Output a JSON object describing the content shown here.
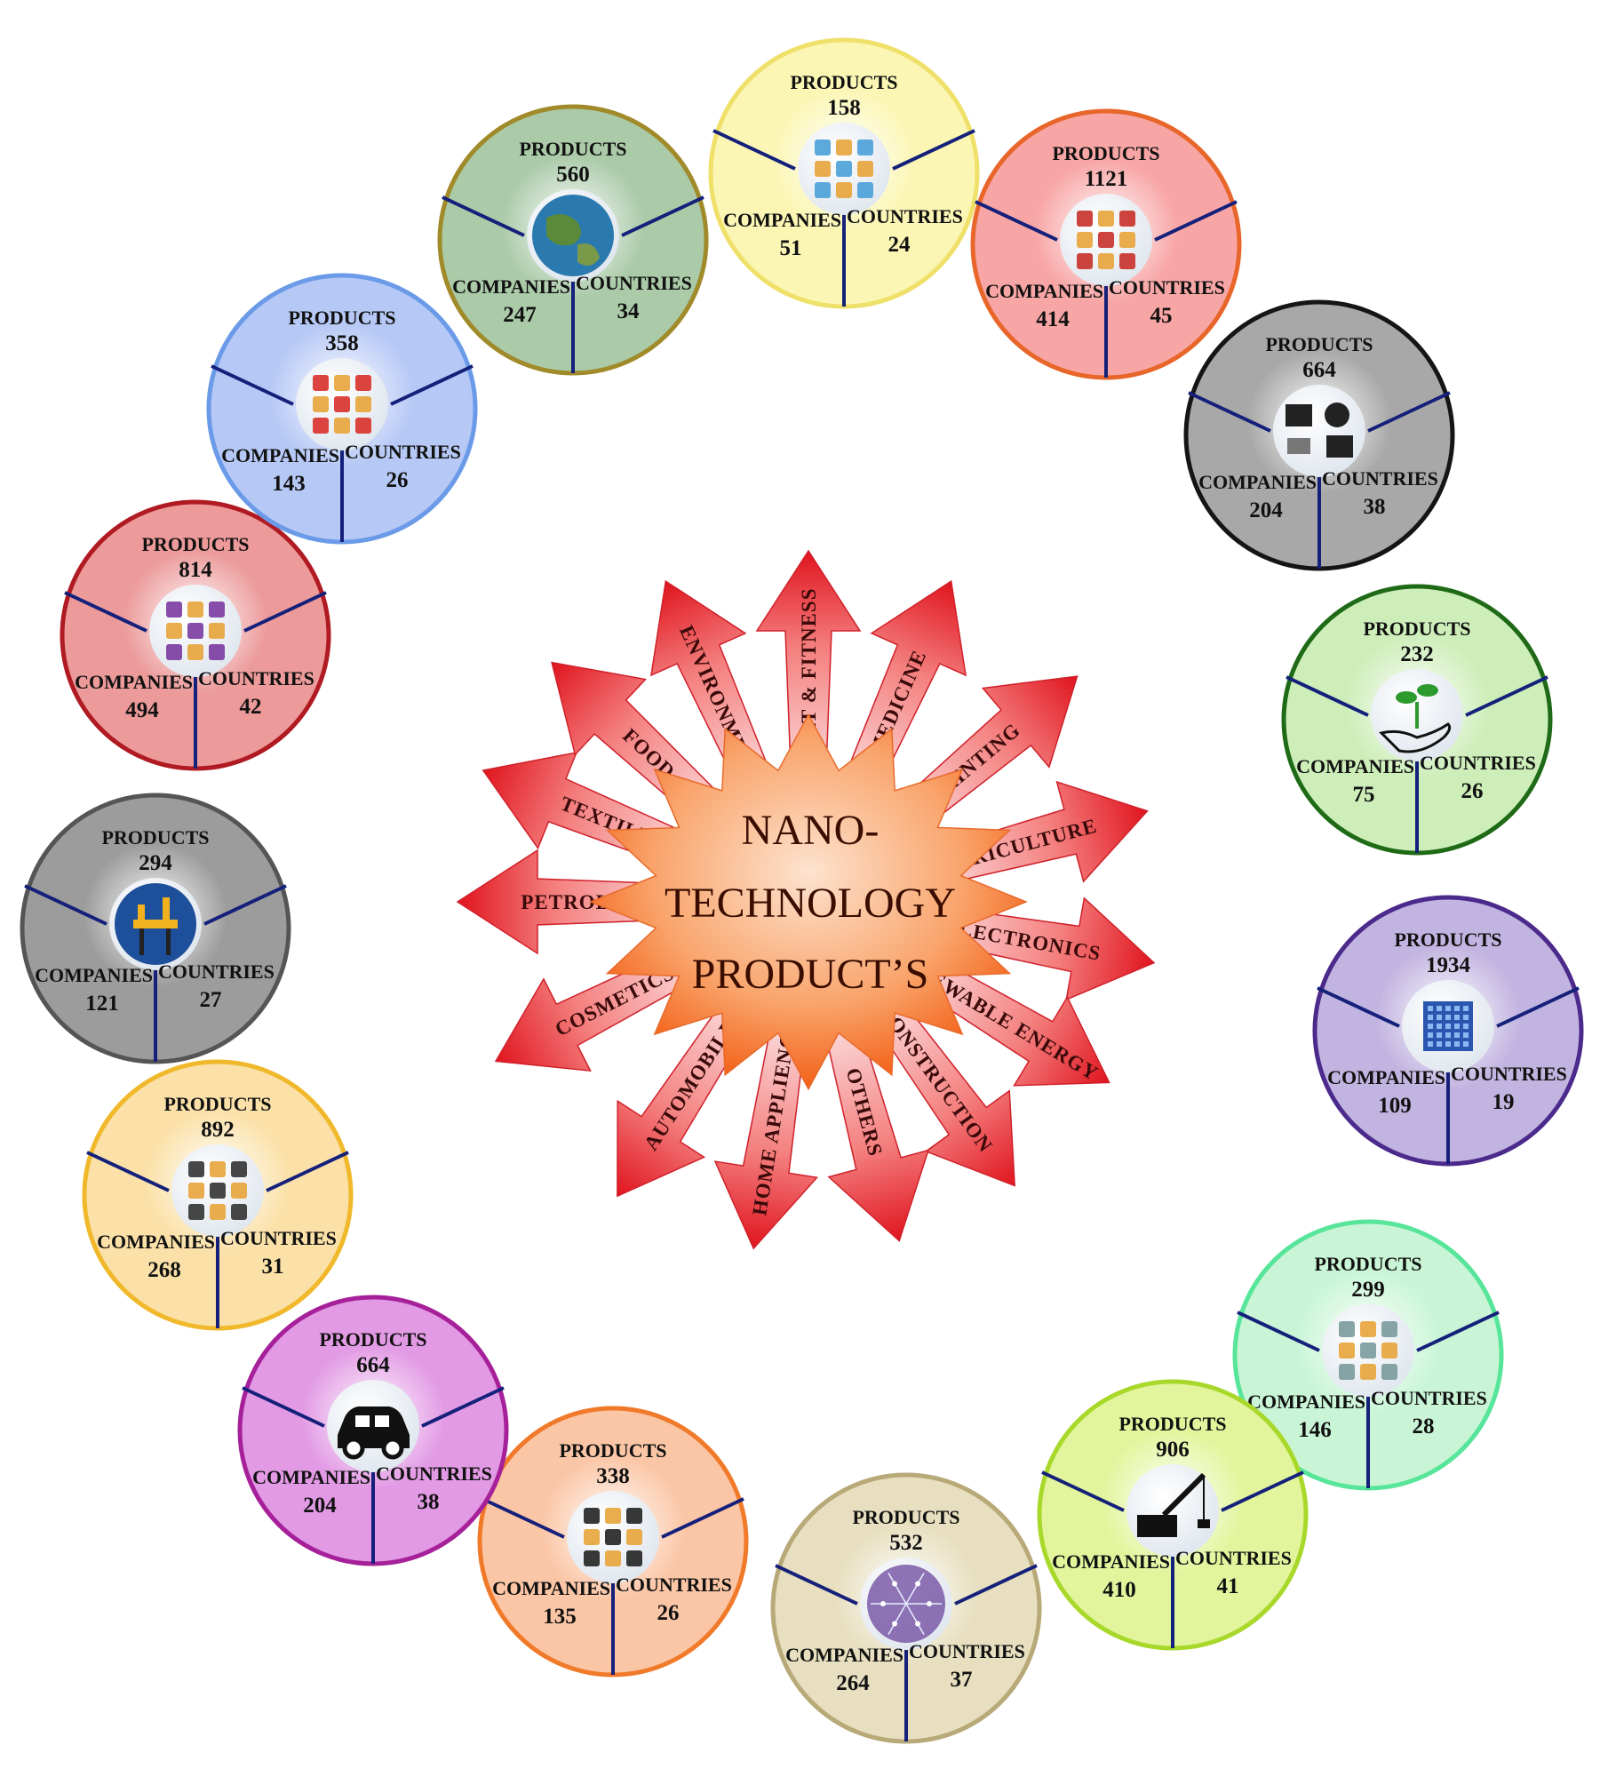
{
  "center": {
    "lines": [
      "NANO-",
      "TECHNOLOGY",
      "PRODUCT’S"
    ]
  },
  "labels": {
    "products": "PRODUCTS",
    "companies": "COMPANIES",
    "countries": "COUNTRIES"
  },
  "colors": {
    "arrow_dark": "#e0141e",
    "arrow_light": "#fbd5d5",
    "star_outer": "#f25a0f",
    "star_inner": "#fde3cf"
  },
  "sectors": [
    {
      "name": "SPORT & FITNESS",
      "products": 158,
      "companies": 51,
      "countries": 24,
      "ring": "#efe06a",
      "fill": "#fbf6b4",
      "icon": "fitness-icon",
      "iconColor": "#4aa0d8"
    },
    {
      "name": "MEDICINE",
      "products": 1121,
      "companies": 414,
      "countries": 45,
      "ring": "#e8662a",
      "fill": "#f8a5a5",
      "icon": "medicine-icon",
      "iconColor": "#c8302a"
    },
    {
      "name": "PRINTING",
      "products": 664,
      "companies": 204,
      "countries": 38,
      "ring": "#151515",
      "fill": "#a8a8a8",
      "icon": "printer-icon",
      "iconColor": "#222222"
    },
    {
      "name": "AGRICULTURE",
      "products": 232,
      "companies": 75,
      "countries": 26,
      "ring": "#1f6a16",
      "fill": "#cdeeb9",
      "icon": "plant-hand-icon",
      "iconColor": "#2d9a2d"
    },
    {
      "name": "ELECTRONICS",
      "products": 1934,
      "companies": 109,
      "countries": 19,
      "ring": "#4b2a8c",
      "fill": "#c2b4e0",
      "icon": "chip-icon",
      "iconColor": "#2a56b0"
    },
    {
      "name": "RENEWABLE ENERGY",
      "products": 299,
      "companies": 146,
      "countries": 28,
      "ring": "#57e59a",
      "fill": "#c9f5d6",
      "icon": "wind-turbine-icon",
      "iconColor": "#7a9a9c"
    },
    {
      "name": "CONSTRUCTION",
      "products": 906,
      "companies": 410,
      "countries": 41,
      "ring": "#a8d82a",
      "fill": "#e2f59c",
      "icon": "crane-icon",
      "iconColor": "#111111"
    },
    {
      "name": "OTHERS",
      "products": 532,
      "companies": 264,
      "countries": 37,
      "ring": "#b8a978",
      "fill": "#e7dfbf",
      "icon": "network-icon",
      "iconColor": "#7a5aa8"
    },
    {
      "name": "HOME APPLIENCE",
      "products": 338,
      "companies": 135,
      "countries": 26,
      "ring": "#f07a2a",
      "fill": "#fbc6a6",
      "icon": "appliance-icon",
      "iconColor": "#222222"
    },
    {
      "name": "AUTOMOBILE",
      "products": 664,
      "companies": 204,
      "countries": 38,
      "ring": "#a6209a",
      "fill": "#e29ae4",
      "icon": "car-icon",
      "iconColor": "#111111"
    },
    {
      "name": "COSMETICS",
      "products": 892,
      "companies": 268,
      "countries": 31,
      "ring": "#f0b82a",
      "fill": "#fbe1a8",
      "icon": "cosmetics-icon",
      "iconColor": "#333333"
    },
    {
      "name": "PETROLEUM",
      "products": 294,
      "companies": 121,
      "countries": 27,
      "ring": "#555555",
      "fill": "#9c9c9c",
      "icon": "oil-rig-icon",
      "iconColor": "#1d4f9a"
    },
    {
      "name": "TEXTILE",
      "products": 814,
      "companies": 494,
      "countries": 42,
      "ring": "#b01a22",
      "fill": "#ec9a9a",
      "icon": "textile-machine-icon",
      "iconColor": "#7a3aa0"
    },
    {
      "name": "FOOD",
      "products": 358,
      "companies": 143,
      "countries": 26,
      "ring": "#6a9ae8",
      "fill": "#b6c8f5",
      "icon": "food-icon",
      "iconColor": "#d8302a"
    },
    {
      "name": "ENVIRONMENT",
      "products": 560,
      "companies": 247,
      "countries": 34,
      "ring": "#a08a2a",
      "fill": "#aacaa8",
      "icon": "globe-icon",
      "iconColor": "#2a7ab0"
    }
  ]
}
